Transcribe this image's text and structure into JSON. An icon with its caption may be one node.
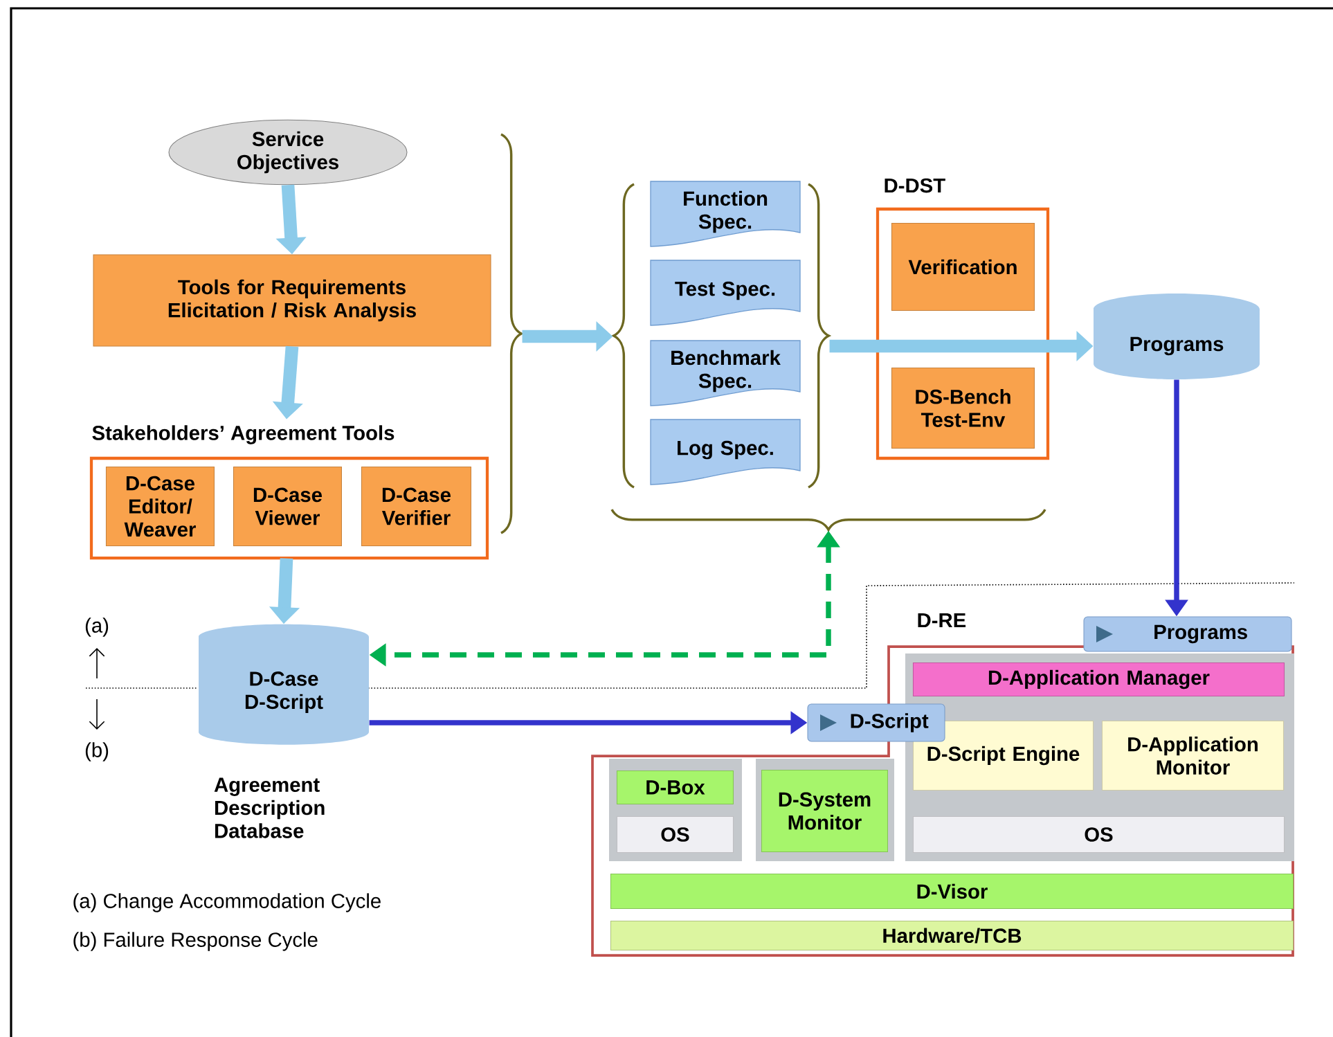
{
  "diagram": {
    "nodes": [
      {
        "text": [
          "Service Objectives"
        ]
      },
      {
        "text": [
          "Tools for Requirements Elicitation / Risk Analysis"
        ]
      },
      {
        "text": [
          "Stakeholders’ Agreement Tools"
        ]
      },
      {
        "text": [
          "D-Case Editor/ Weaver"
        ],
        "in": 2
      },
      {
        "text": [
          "D-Case Viewer"
        ],
        "in": 2
      },
      {
        "text": [
          "D-Case Verifier"
        ],
        "in": 2
      },
      {
        "text": [
          "Function Spec."
        ]
      },
      {
        "text": [
          "Test Spec."
        ]
      },
      {
        "text": [
          "Benchmark Spec."
        ]
      },
      {
        "text": [
          "Log Spec."
        ]
      },
      {
        "text": [
          "D-DST"
        ]
      },
      {
        "text": [
          "Verification"
        ],
        "in": 10
      },
      {
        "text": [
          "DS-Bench Test-Env"
        ],
        "in": 10
      },
      {
        "text": [
          "Programs"
        ]
      },
      {
        "text": [
          "D-Case D-Script"
        ],
        "beside": [
          "Agreement Description Database"
        ]
      },
      {
        "text": [
          "D-RE"
        ]
      },
      {
        "text": [
          "Programs"
        ]
      },
      {
        "text": [
          "D-Script"
        ]
      },
      {
        "text": [
          "D-Application Manager"
        ],
        "in": 15
      },
      {
        "text": [
          "D-Script Engine"
        ],
        "in": 15
      },
      {
        "text": [
          "D-Application Monitor"
        ],
        "in": 15
      },
      {
        "text": [
          "OS"
        ],
        "in": 15
      },
      {
        "text": [
          "D-Box"
        ],
        "in": 15
      },
      {
        "text": [
          "OS"
        ],
        "in": 15
      },
      {
        "text": [
          "D-System Monitor"
        ],
        "in": 15
      },
      {
        "text": [
          "D-Visor"
        ],
        "in": 15
      },
      {
        "text": [
          "Hardware/TCB"
        ],
        "in": 15
      },
      {
        "text": [],
        "shape": "brace"
      },
      {
        "text": [],
        "shape": "brace"
      },
      {
        "text": [],
        "shape": "brace"
      },
      {
        "text": [],
        "shape": "brace"
      }
    ],
    "edges": [
      {
        "from": 0,
        "to": 1,
        "arrow": "to"
      },
      {
        "from": 1,
        "to": 2,
        "arrow": "to"
      },
      {
        "from": 2,
        "to": 14,
        "arrow": "to"
      },
      {
        "from": 27,
        "to": 28,
        "arrow": "to"
      },
      {
        "from": 29,
        "to": 13,
        "arrow": "to"
      },
      {
        "from": 13,
        "to": 16,
        "arrow": "to",
        "color": "#3333cc"
      },
      {
        "from": 14,
        "to": 17,
        "arrow": "to",
        "color": "#3333cc"
      },
      {
        "from": 30,
        "to": 14,
        "arrow": "both",
        "style": "dashed",
        "color": "#00b050"
      }
    ],
    "labels": [
      "(a)",
      "(b)",
      "(a) Change Accommodation Cycle",
      "(b) Failure Response Cycle"
    ]
  }
}
